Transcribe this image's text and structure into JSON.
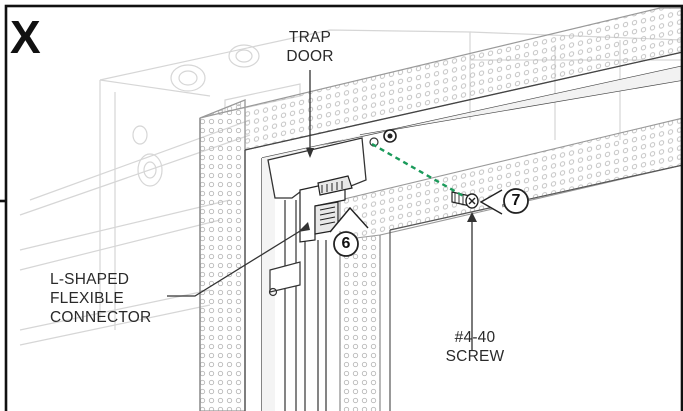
{
  "figure": {
    "panel_letter": "X",
    "labels": {
      "trap_door": [
        "TRAP",
        "DOOR"
      ],
      "connector": [
        "L-SHAPED",
        "FLEXIBLE",
        "CONNECTOR"
      ],
      "screw": [
        "#4-40",
        "SCREW"
      ]
    },
    "callouts": {
      "step_connector": "6",
      "step_screw": "7"
    }
  }
}
